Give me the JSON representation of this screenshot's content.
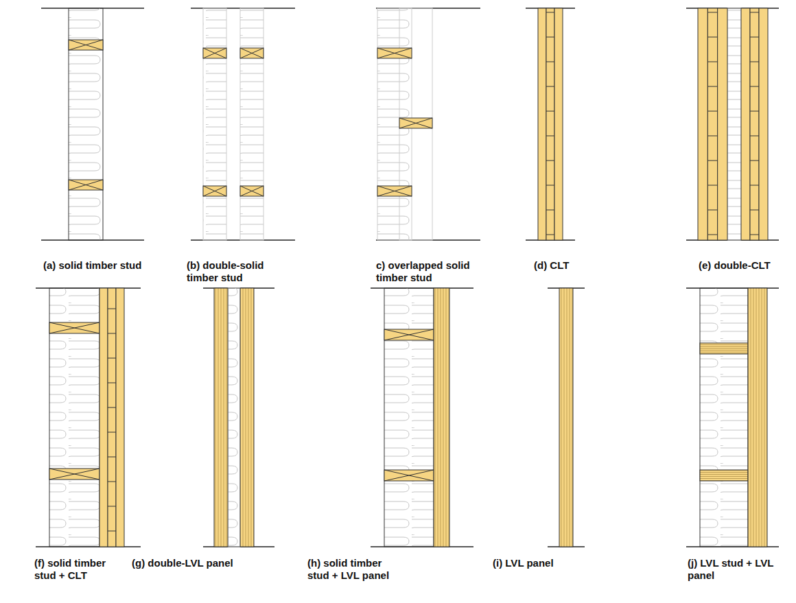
{
  "diagram": {
    "labels": [
      "(a) solid timber stud",
      "(b) double-solid timber stud",
      "c) overlapped solid timber stud",
      "(d) CLT",
      "(e) double-CLT",
      "(f) solid timber stud + CLT",
      "(g) double-LVL panel",
      "(h) solid timber stud + LVL panel",
      "(i) LVL panel",
      "(j) LVL stud + LVL panel"
    ]
  }
}
